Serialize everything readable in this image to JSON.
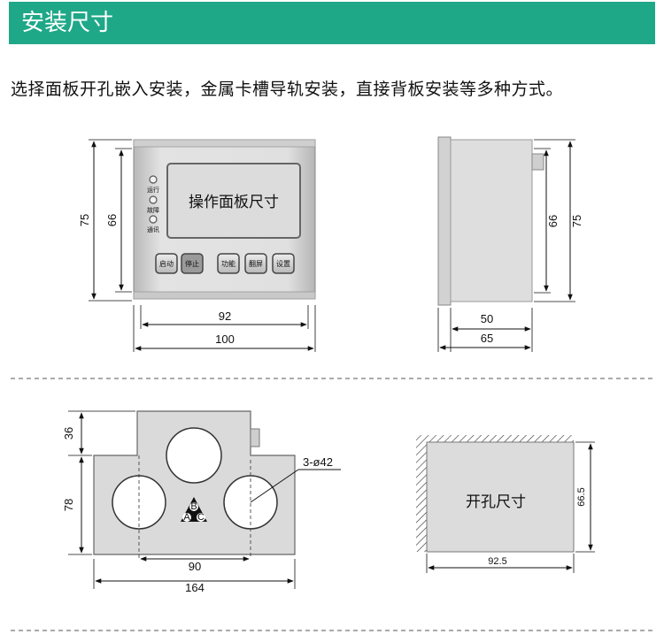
{
  "header": {
    "title": "安装尺寸",
    "color": "#1fa888"
  },
  "intro": "选择面板开孔嵌入安装，金属卡槽导轨安装，直接背板安装等多种方式。",
  "front_view": {
    "panel_label": "操作面板尺寸",
    "indicators": [
      "运行",
      "故障",
      "通讯"
    ],
    "buttons": [
      "启动",
      "停止",
      "功能",
      "翻屏",
      "设置"
    ],
    "dims": {
      "height_outer": "75",
      "height_inner": "66",
      "width_inner": "92",
      "width_outer": "100"
    }
  },
  "side_view": {
    "dims": {
      "height_inner": "66",
      "height_outer": "75",
      "depth_inner": "50",
      "depth_outer": "65"
    }
  },
  "bottom_view": {
    "dims": {
      "top_step": "36",
      "body_height": "78",
      "hole_spacing": "90",
      "width": "164",
      "hole_note": "3-ø42"
    },
    "phase_labels": [
      "B",
      "A",
      "C"
    ]
  },
  "cutout": {
    "label": "开孔尺寸",
    "dims": {
      "width": "92.5",
      "height": "66.5"
    }
  }
}
